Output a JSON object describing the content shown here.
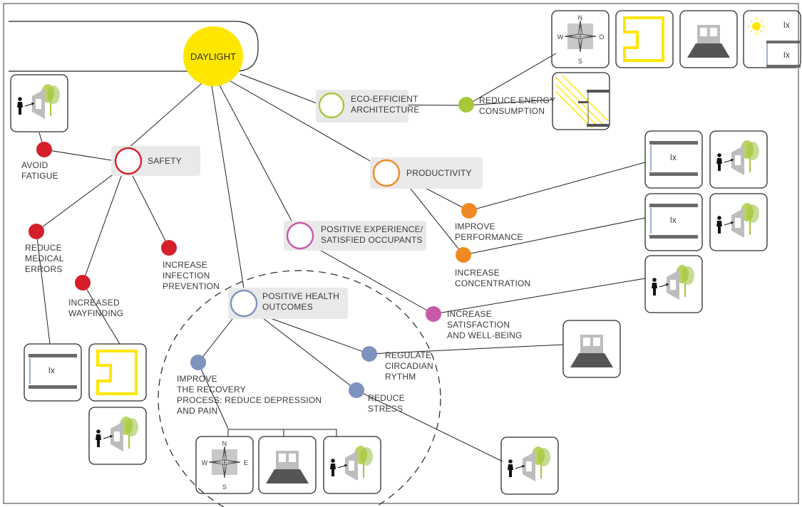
{
  "center": {
    "label": "DAYLIGHT"
  },
  "hubs": {
    "eco": "ECO-EFFICIENT|ARCHITECTURE",
    "safety": "SAFETY",
    "productivity": "PRODUCTIVITY",
    "experience": "POSITIVE EXPERIENCE/|SATISFIED OCCUPANTS",
    "health": "POSITIVE HEALTH|OUTCOMES"
  },
  "outcomes": {
    "reduce_energy": "REDUCE ENERGY|CONSUMPTION",
    "avoid_fatigue": "AVOID|FATIGUE",
    "reduce_errors": "REDUCE|MEDICAL|ERRORS",
    "wayfinding": "INCREASED|WAYFINDING",
    "infection": "INCREASE|INFECTION|PREVENTION",
    "performance": "IMPROVE|PERFORMANCE",
    "concentration": "INCREASE|CONCENTRATION",
    "satisfaction": "INCREASE|SATISFACTION|AND WELL-BEING",
    "circadian": "REGULATE|CIRCADIAN|RYTHM",
    "stress": "REDUCE|STRESS",
    "recovery": "IMPROVE|THE RECOVERY|PROCESS: REDUCE DEPRESSION|AND PAIN"
  },
  "compass": {
    "n": "N",
    "s": "S",
    "w": "W",
    "e": "E",
    "o": "O"
  },
  "lux": "lx",
  "colors": {
    "daylight": "#ffe600",
    "eco": "#a6c83a",
    "safety": "#d41f2b",
    "productivity": "#f08a24",
    "experience": "#c65aa9",
    "health": "#7f93bf",
    "tag_bg": "#e9e9e9"
  },
  "icons": {
    "compass": "orientation-compass-icon",
    "layout": "yellow-layout-plan-icon",
    "window": "window-section-icon",
    "sun_lux": "sun-illuminance-icon",
    "lux": "illuminance-meter-icon",
    "view": "person-window-view-icon",
    "shading": "shading-louvre-icon"
  }
}
